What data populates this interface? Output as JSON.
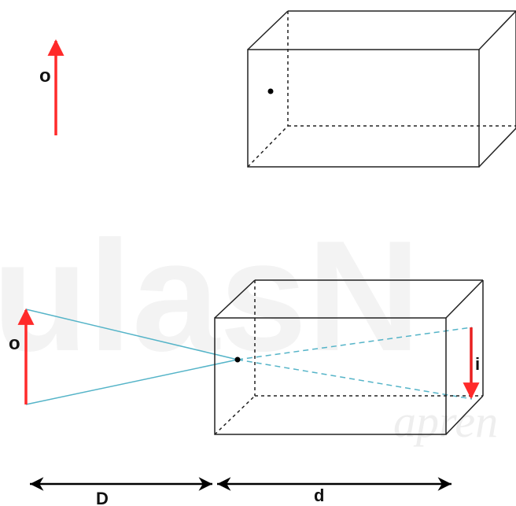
{
  "colors": {
    "object_arrow": "#ff2a2a",
    "image_arrow": "#e82020",
    "light_rays": "#55b4c8",
    "box_lines": "#222222",
    "hidden_lines": "#222222",
    "dimension_lines": "#000000",
    "watermark": "#f2f2f2"
  },
  "icons": {
    "object_arrow": "up-arrow",
    "image_arrow": "down-arrow",
    "pinhole": "dot",
    "dimension_arrows": "double-headed-arrow"
  },
  "labels": {
    "top_object": "o",
    "bottom_object": "o",
    "image": "i",
    "object_distance": "D",
    "image_distance": "d"
  },
  "watermark": {
    "brand": "ulasN",
    "tagline": "apren"
  }
}
